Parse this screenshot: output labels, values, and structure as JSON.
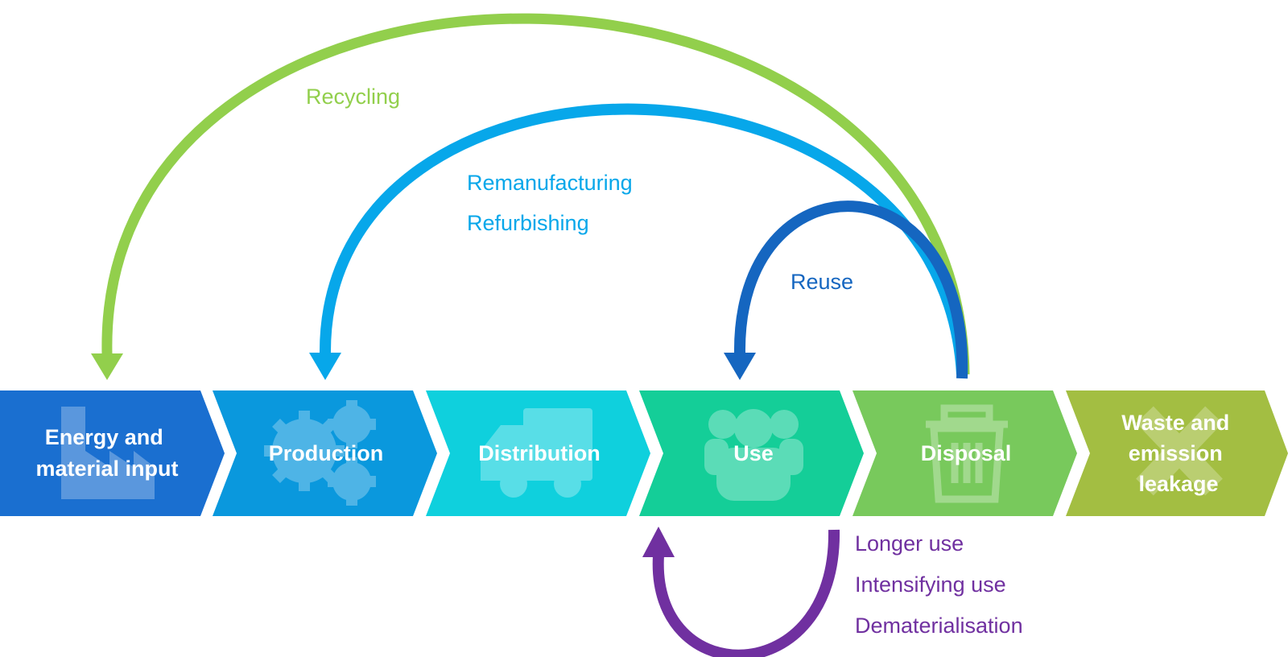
{
  "stages": [
    {
      "lines": [
        "Energy and",
        "material input"
      ],
      "color": "#1a6fd0",
      "icon": "factory-icon"
    },
    {
      "lines": [
        "Production"
      ],
      "color": "#0a98dd",
      "icon": "gears-icon"
    },
    {
      "lines": [
        "Distribution"
      ],
      "color": "#0fd0dd",
      "icon": "truck-icon"
    },
    {
      "lines": [
        "Use"
      ],
      "color": "#14ce98",
      "icon": "people-icon"
    },
    {
      "lines": [
        "Disposal"
      ],
      "color": "#78c95c",
      "icon": "trash-can-icon"
    },
    {
      "lines": [
        "Waste and",
        "emission",
        "leakage"
      ],
      "color": "#a3be42",
      "icon": "cross-icon"
    }
  ],
  "loops": {
    "recycling": {
      "lines": [
        "Recycling"
      ],
      "color": "#92cf4c"
    },
    "remanufacturing": {
      "lines": [
        "Remanufacturing",
        "Refurbishing"
      ],
      "color": "#07a7ea"
    },
    "reuse": {
      "lines": [
        "Reuse"
      ],
      "color": "#1566c0"
    },
    "use_extension": {
      "lines": [
        "Longer use",
        "Intensifying use",
        "Dematerialisation"
      ],
      "color": "#7030a0"
    }
  }
}
